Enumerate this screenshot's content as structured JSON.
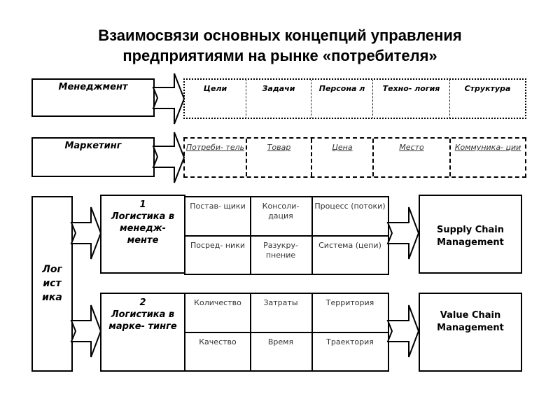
{
  "title": {
    "line1": "Взаимосвязи основных концепций управления",
    "line2": "предприятиями на рынке «потребителя»"
  },
  "management": {
    "label": "Менеджмент",
    "items": [
      "Цели",
      "Задачи",
      "Персона л",
      "Техно- логия",
      "Структура"
    ]
  },
  "marketing": {
    "label": "Маркетинг",
    "items": [
      "Потреби- тель",
      "Товар",
      "Цена",
      "Место",
      "Коммуника- ции"
    ]
  },
  "logistics": {
    "label": "Лог ист ика",
    "block1": {
      "number": "1",
      "label": "Логистика в менедж- менте",
      "cells": [
        "Постав- щики",
        "Консоли- дация",
        "Процесс (потоки)",
        "Посред- ники",
        "Разукру- пнение",
        "Система (цепи)"
      ],
      "result": "Supply Chain Management"
    },
    "block2": {
      "number": "2",
      "label": "Логистика в марке- тинге",
      "cells": [
        "Количество",
        "Затраты",
        "Территория",
        "Качество",
        "Время",
        "Траектория"
      ],
      "result": "Value Chain Management"
    }
  }
}
